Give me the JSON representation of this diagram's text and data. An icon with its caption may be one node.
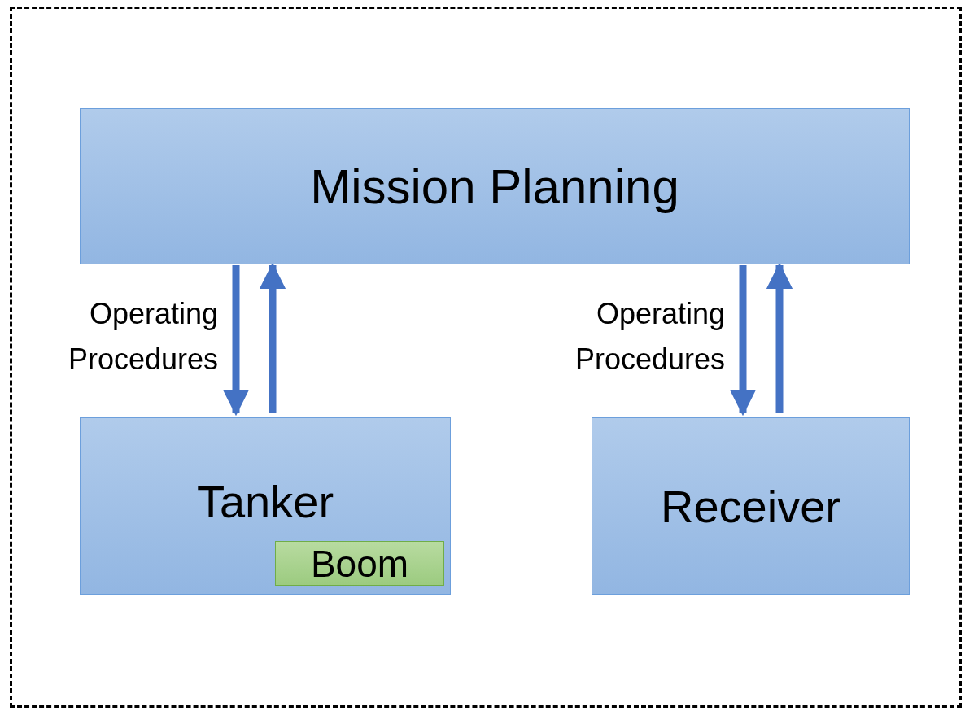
{
  "diagram": {
    "nodes": [
      {
        "text": [],
        "shape": "box"
      },
      {
        "text": [
          "Mission Planning"
        ],
        "in": 0
      },
      {
        "text": [
          "Tanker"
        ],
        "in": 0
      },
      {
        "text": [
          "Boom"
        ],
        "in": 2
      },
      {
        "text": [
          "Receiver"
        ],
        "in": 0
      }
    ],
    "edges": [
      {
        "from": 1,
        "to": 2,
        "arrow": "to",
        "label": "Operating Procedures"
      },
      {
        "from": 2,
        "to": 1,
        "arrow": "to"
      },
      {
        "from": 1,
        "to": 4,
        "arrow": "to",
        "label": "Operating Procedures"
      },
      {
        "from": 4,
        "to": 1,
        "arrow": "to"
      }
    ]
  }
}
